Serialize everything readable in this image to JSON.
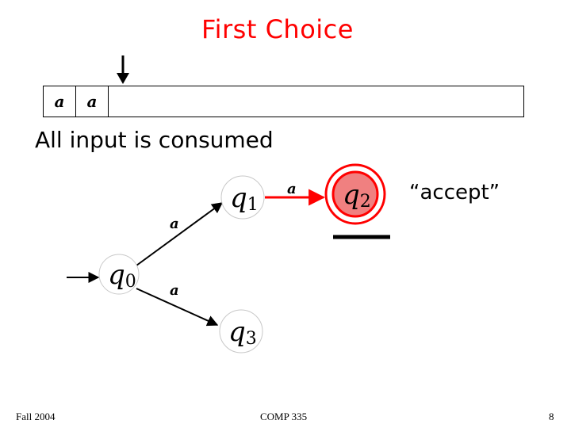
{
  "slide": {
    "title": "First Choice",
    "message": "All input is consumed",
    "accept_label": "“accept”"
  },
  "tape": {
    "cells": [
      "a",
      "a"
    ]
  },
  "automaton": {
    "states": [
      {
        "id": "q0",
        "name": "q",
        "sub": "0",
        "initial": true,
        "accepting": false,
        "active": false
      },
      {
        "id": "q1",
        "name": "q",
        "sub": "1",
        "initial": false,
        "accepting": false,
        "active": false
      },
      {
        "id": "q2",
        "name": "q",
        "sub": "2",
        "initial": false,
        "accepting": true,
        "active": true
      },
      {
        "id": "q3",
        "name": "q",
        "sub": "3",
        "initial": false,
        "accepting": false,
        "active": false
      }
    ],
    "transitions": [
      {
        "from": "q0",
        "to": "q1",
        "symbol": "a"
      },
      {
        "from": "q0",
        "to": "q3",
        "symbol": "a"
      },
      {
        "from": "q1",
        "to": "q2",
        "symbol": "a",
        "highlighted": true
      }
    ]
  },
  "colors": {
    "title": "#ff0000",
    "active_state_fill": "#f08080",
    "accept_ring": "#ff0000",
    "highlight_edge": "#ff0000"
  },
  "footer": {
    "left": "Fall 2004",
    "center": "COMP 335",
    "right": "8"
  }
}
